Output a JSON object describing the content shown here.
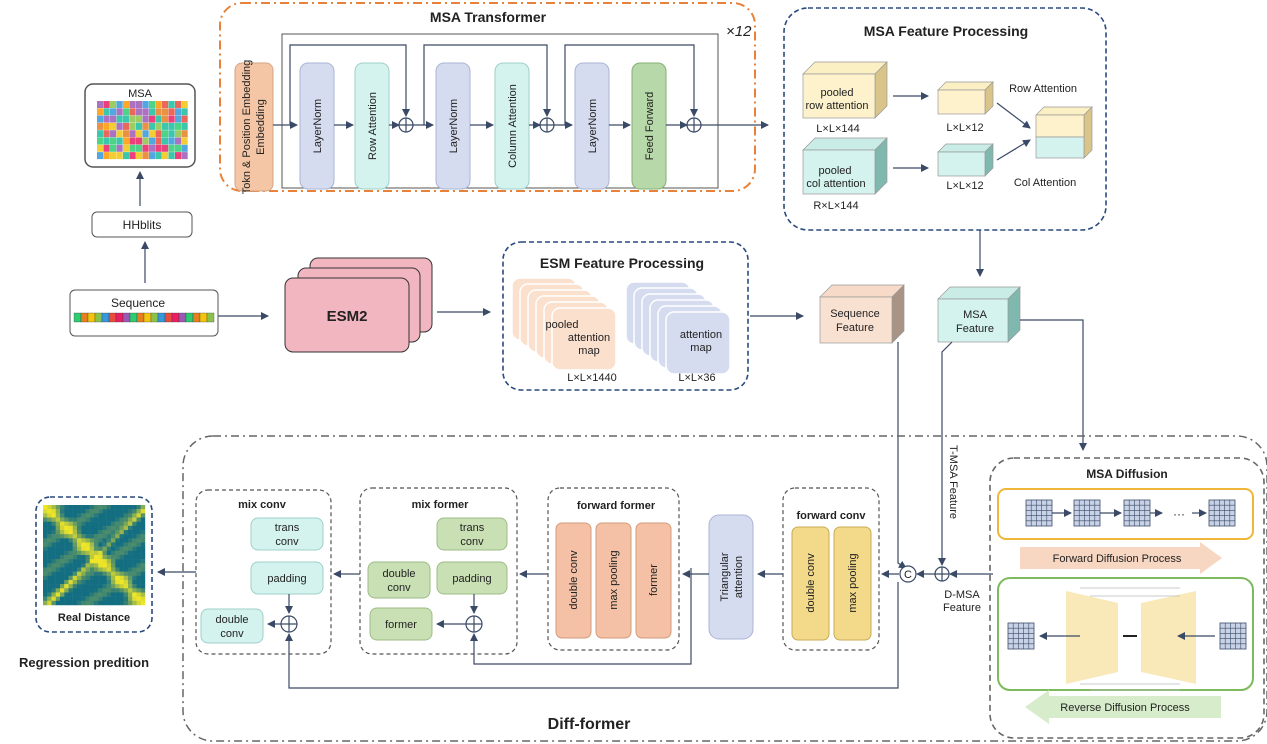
{
  "msa_transformer": {
    "title": "MSA Transformer",
    "repeat": "×12",
    "embedding": "Tokn & Position Embedding",
    "layernorm": "LayerNorm",
    "row_attention": "Row Attention",
    "column_attention": "Column Attention",
    "feed_forward": "Feed Forward"
  },
  "input": {
    "msa_label": "MSA",
    "hhblits": "HHblits",
    "sequence": "Sequence"
  },
  "esm2": "ESM2",
  "msa_feature_processing": {
    "title": "MSA Feature Processing",
    "pooled_row": [
      "pooled",
      "row attention"
    ],
    "pooled_col": [
      "pooled",
      "col attention"
    ],
    "dim_row": "L×L×144",
    "dim_col": "R×L×144",
    "dim_small_1": "L×L×12",
    "dim_small_2": "L×L×12",
    "row_attention": "Row Attention",
    "col_attention": "Col Attention"
  },
  "esm_feature_processing": {
    "title": "ESM Feature Processing",
    "pooled": [
      "pooled",
      "attention",
      "map"
    ],
    "attention": [
      "attention",
      "map"
    ],
    "dim_pooled": "L×L×1440",
    "dim_attention": "L×L×36"
  },
  "features": {
    "sequence": [
      "Sequence",
      "Feature"
    ],
    "msa": [
      "MSA",
      "Feature"
    ],
    "t_msa": "T-MSA Feature",
    "d_msa": [
      "D-MSA",
      "Feature"
    ],
    "concat": "C"
  },
  "msa_diffusion": {
    "title": "MSA Diffusion",
    "forward": "Forward Diffusion Process",
    "reverse": "Reverse Diffusion Process",
    "ellipsis": "···"
  },
  "diff_former": {
    "title": "Diff-former",
    "forward_conv": "forward conv",
    "double_conv": "double conv",
    "max_pooling": "max pooling",
    "triangular": [
      "Triangular",
      "attention"
    ],
    "forward_former": "forward former",
    "former": "former",
    "mix_former": "mix former",
    "trans_conv": [
      "trans",
      "conv"
    ],
    "padding": "padding",
    "double_conv_2": [
      "double",
      "conv"
    ],
    "mix_conv": "mix conv"
  },
  "output": {
    "real_distance": "Real Distance",
    "regression": "Regression predition"
  },
  "colors": {
    "orange_dash": "#e8823a",
    "navy_dash": "#2a4a7f",
    "embed": "#f5c6a5",
    "layernorm": "#d6dcf0",
    "row_attn": "#d4f2ee",
    "feed_forward": "#b7d8a8",
    "esm2": "#f2b6c0",
    "yellow": "#f3d98a",
    "salmon": "#f4c1a6",
    "green_box": "#c9e0b5"
  }
}
